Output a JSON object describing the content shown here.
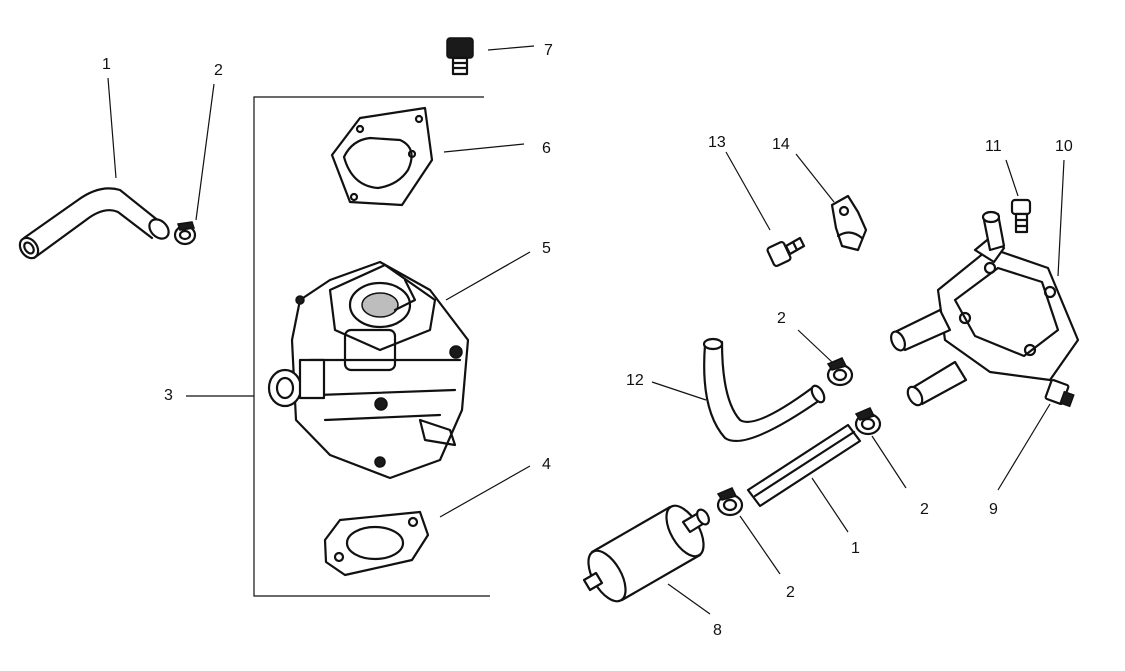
{
  "callouts": {
    "c1a": "1",
    "c2a": "2",
    "c3": "3",
    "c4": "4",
    "c5": "5",
    "c6": "6",
    "c7": "7",
    "c13": "13",
    "c14": "14",
    "c11": "11",
    "c10": "10",
    "c2b": "2",
    "c12": "12",
    "c2c": "2",
    "c9": "9",
    "c1b": "1",
    "c2d": "2",
    "c8": "8"
  }
}
